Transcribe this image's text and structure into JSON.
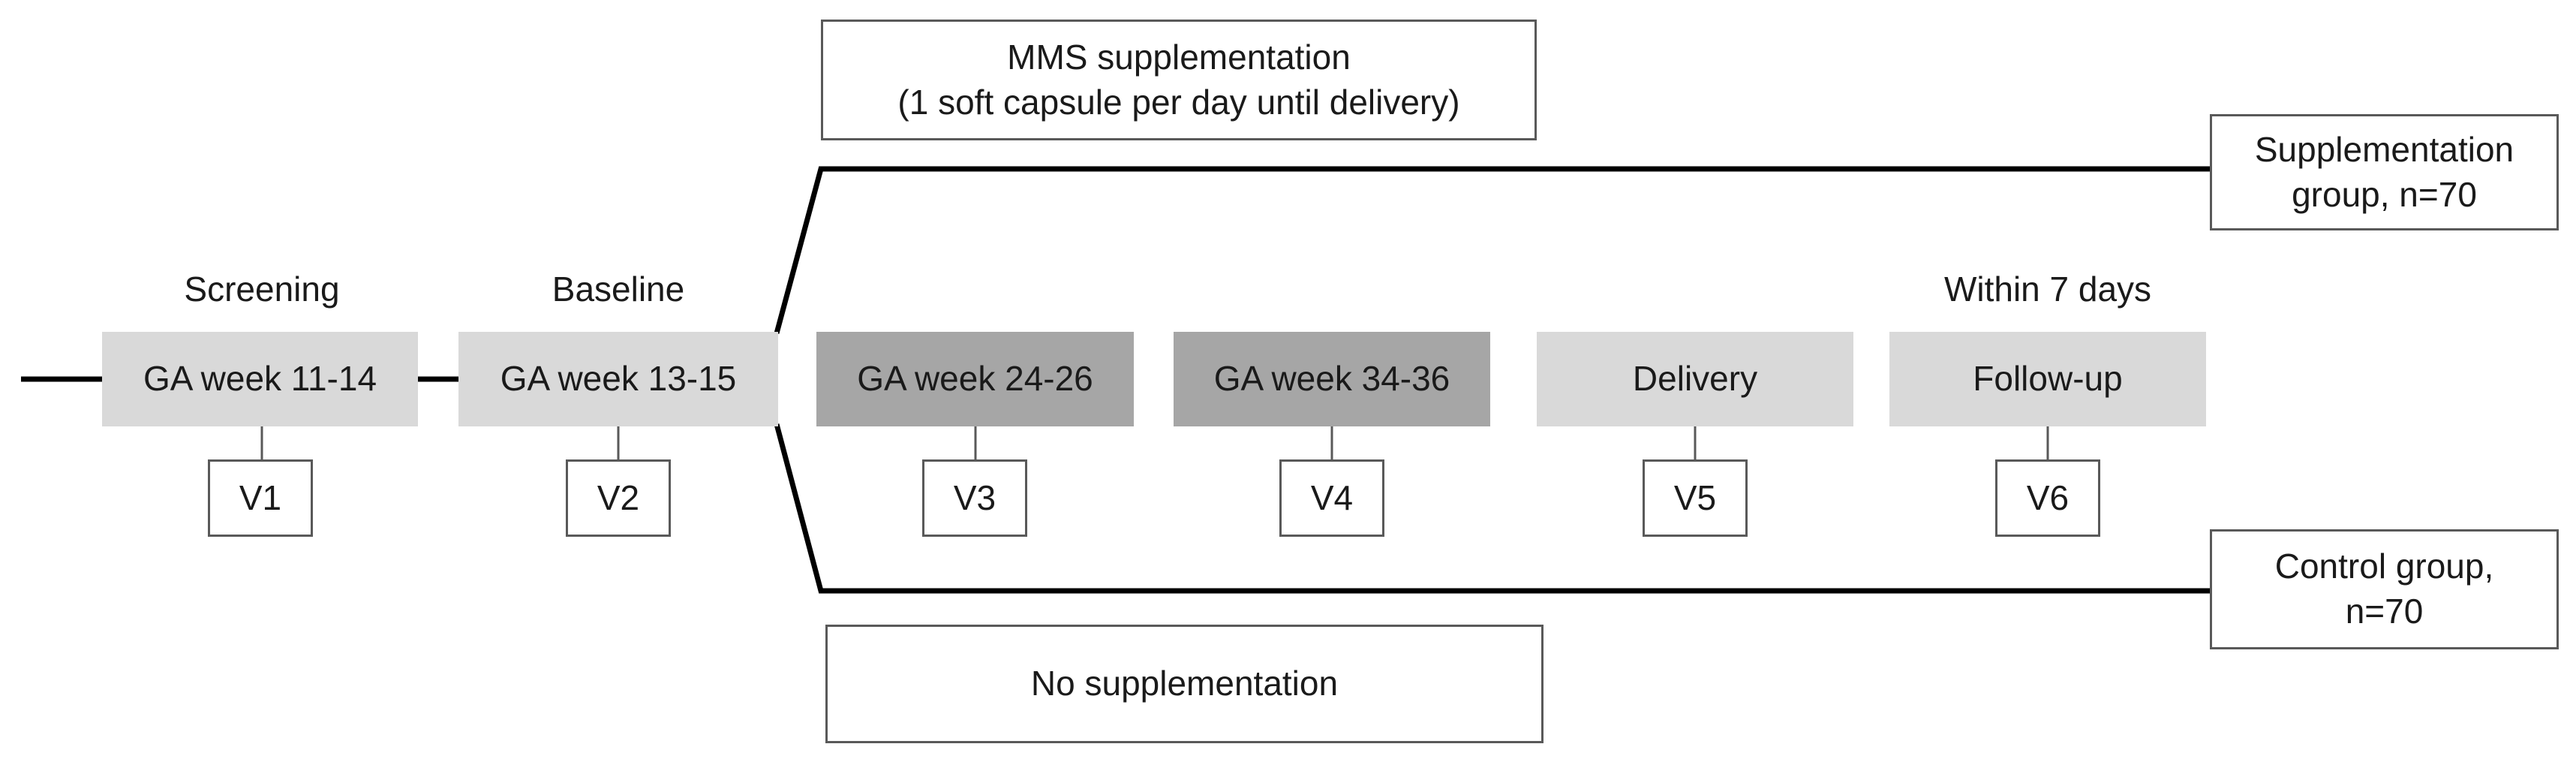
{
  "phases": {
    "screening": "Screening",
    "baseline": "Baseline",
    "follow_up_window": "Within 7 days"
  },
  "timepoints": [
    {
      "label": "GA week 11-14",
      "visit": "V1"
    },
    {
      "label": "GA week 13-15",
      "visit": "V2"
    },
    {
      "label": "GA week 24-26",
      "visit": "V3"
    },
    {
      "label": "GA week 34-36",
      "visit": "V4"
    },
    {
      "label": "Delivery",
      "visit": "V5"
    },
    {
      "label": "Follow-up",
      "visit": "V6"
    }
  ],
  "arms": {
    "intervention": {
      "description_line1": "MMS supplementation",
      "description_line2": "(1 soft capsule per day until delivery)",
      "group_line1": "Supplementation",
      "group_line2": "group, n=70"
    },
    "control": {
      "description": "No supplementation",
      "group_line1": "Control group,",
      "group_line2": "n=70"
    }
  },
  "colors": {
    "box_light": "#d9d9d9",
    "box_dark": "#a6a6a6",
    "line": "#000000",
    "outline": "#595959"
  }
}
